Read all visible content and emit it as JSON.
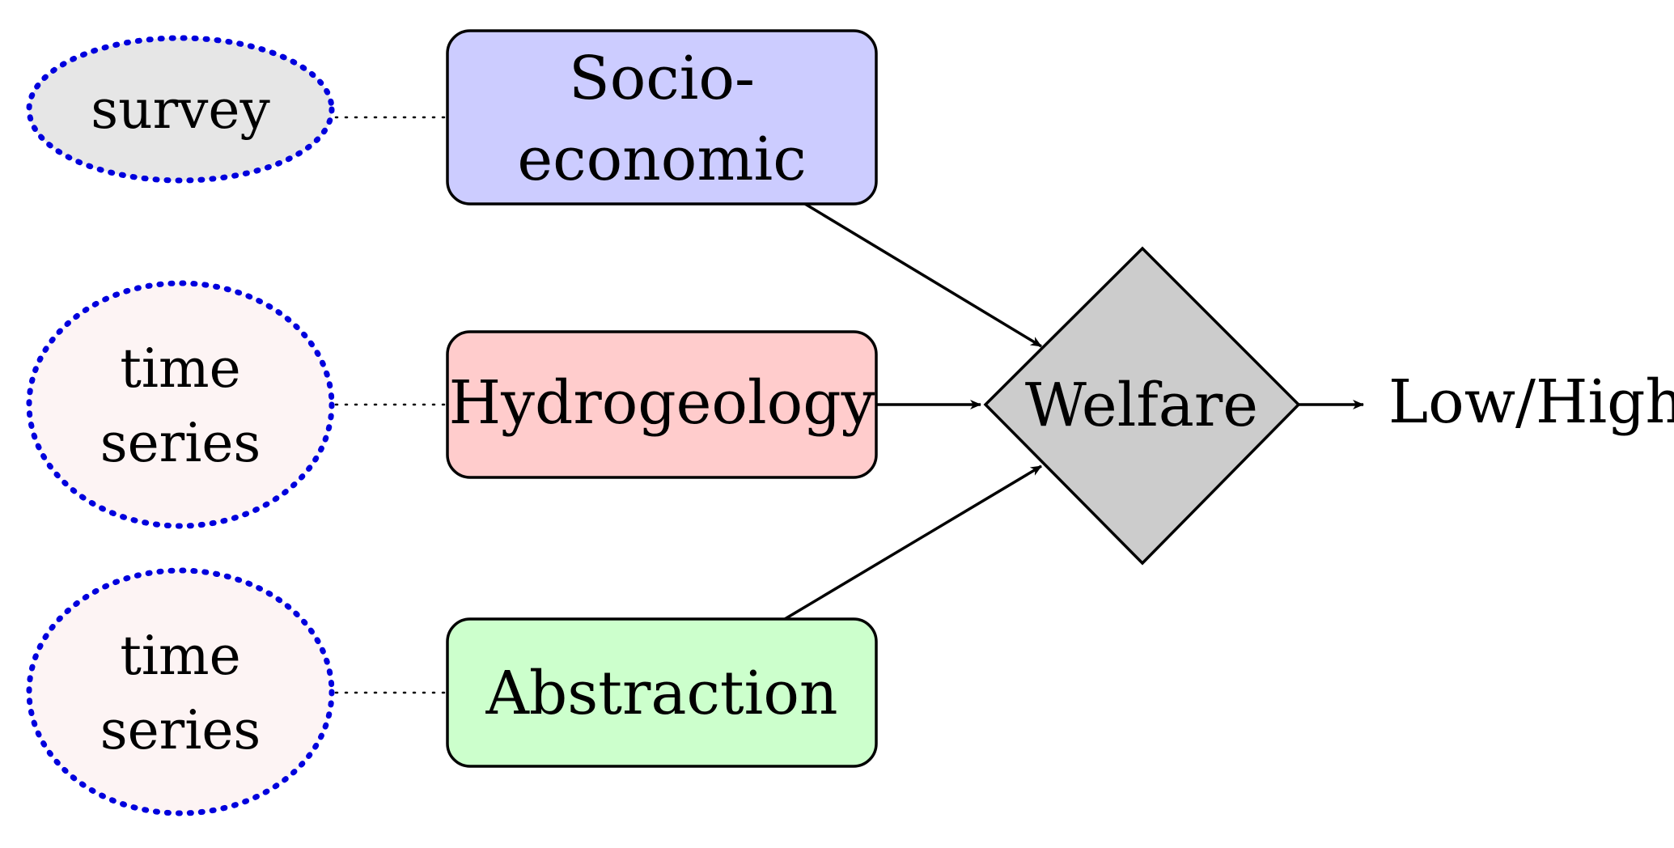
{
  "sources": [
    {
      "lines": [
        "survey"
      ],
      "fill": "#e6e6e6",
      "border": "#0000dd"
    },
    {
      "lines": [
        "time",
        "series"
      ],
      "fill": "#fdf4f4",
      "border": "#0000dd"
    },
    {
      "lines": [
        "time",
        "series"
      ],
      "fill": "#fdf4f4",
      "border": "#0000dd"
    }
  ],
  "factors": [
    {
      "lines": [
        "Socio-",
        "economic"
      ],
      "fill": "#ccccff"
    },
    {
      "lines": [
        "Hydrogeology"
      ],
      "fill": "#ffcccc"
    },
    {
      "lines": [
        "Abstraction"
      ],
      "fill": "#ccffcc"
    }
  ],
  "decision": {
    "label": "Welfare",
    "fill": "#cccccc"
  },
  "output": {
    "label": "Low/High"
  }
}
